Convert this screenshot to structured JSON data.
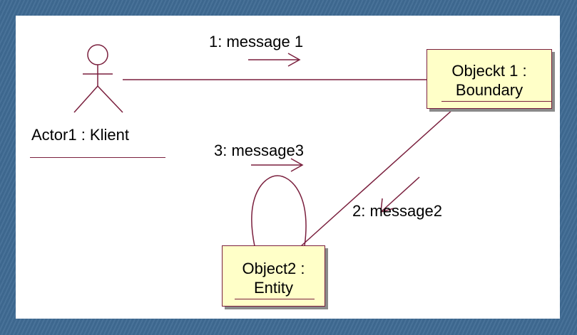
{
  "diagram": {
    "actor": {
      "label": "Actor1 : Klient"
    },
    "objects": [
      {
        "id": "boundary",
        "line1": "Objeckt 1 :",
        "line2": "Boundary"
      },
      {
        "id": "entity",
        "line1": "Object2 :",
        "line2": "Entity"
      }
    ],
    "messages": [
      {
        "label": "1: message 1"
      },
      {
        "label": "2: message2"
      },
      {
        "label": "3: message3"
      }
    ],
    "colors": {
      "line": "#7a1f3d",
      "object_fill": "#ffffc8",
      "frame": "#3f6b94"
    }
  }
}
